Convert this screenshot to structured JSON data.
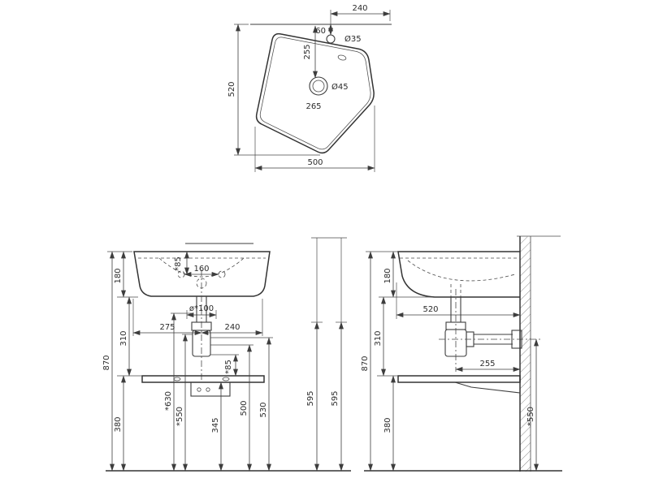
{
  "top": {
    "w240": "240",
    "h60": "60",
    "dia35": "Ø35",
    "h255": "255",
    "h520": "520",
    "dia45": "Ø45",
    "w265": "265",
    "w500": "500"
  },
  "front": {
    "h180": "180",
    "a85": "*85",
    "w160": "160",
    "dia100": "ø*100",
    "w275": "275",
    "w240": "240",
    "h310": "310",
    "h870": "870",
    "h85": "*85",
    "h630": "*630",
    "h550": "*550",
    "h345": "345",
    "h500": "500",
    "h530": "530",
    "h595a": "595",
    "h595b": "595",
    "h380": "380"
  },
  "side": {
    "h180": "180",
    "d520": "520",
    "h310": "310",
    "h870": "870",
    "d255": "255",
    "h550": "*550",
    "h380": "380"
  }
}
